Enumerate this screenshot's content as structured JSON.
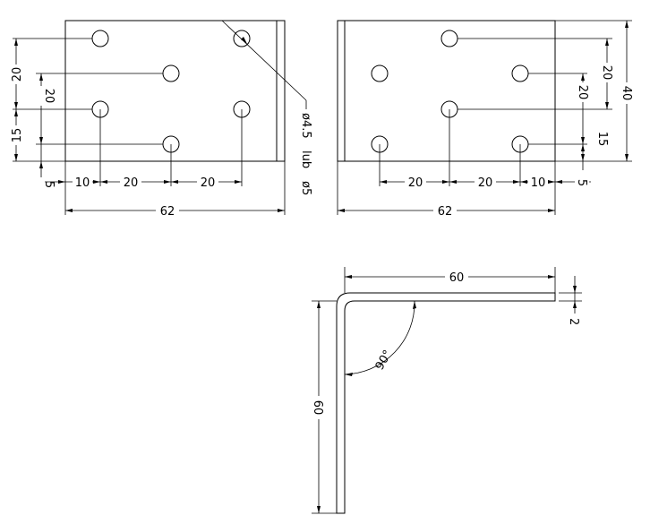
{
  "left_view": {
    "dim_10": "10",
    "dim_20a": "20",
    "dim_20b": "20",
    "dim_62": "62",
    "dim_v20a": "20",
    "dim_v20b": "20",
    "dim_v15": "15",
    "dim_v5": "5",
    "hole_label_1": "ø4.5",
    "hole_label_2": "lub",
    "hole_label_3": "ø5"
  },
  "right_view": {
    "dim_20a": "20",
    "dim_20b": "20",
    "dim_10": "10",
    "dim_5": "5",
    "dim_62": "62",
    "dim_v40": "40",
    "dim_v20a": "20",
    "dim_v20b": "20",
    "dim_v15": "15"
  },
  "profile": {
    "dim_60_top": "60",
    "dim_60_side": "60",
    "dim_thickness": "2",
    "angle": "90°"
  }
}
